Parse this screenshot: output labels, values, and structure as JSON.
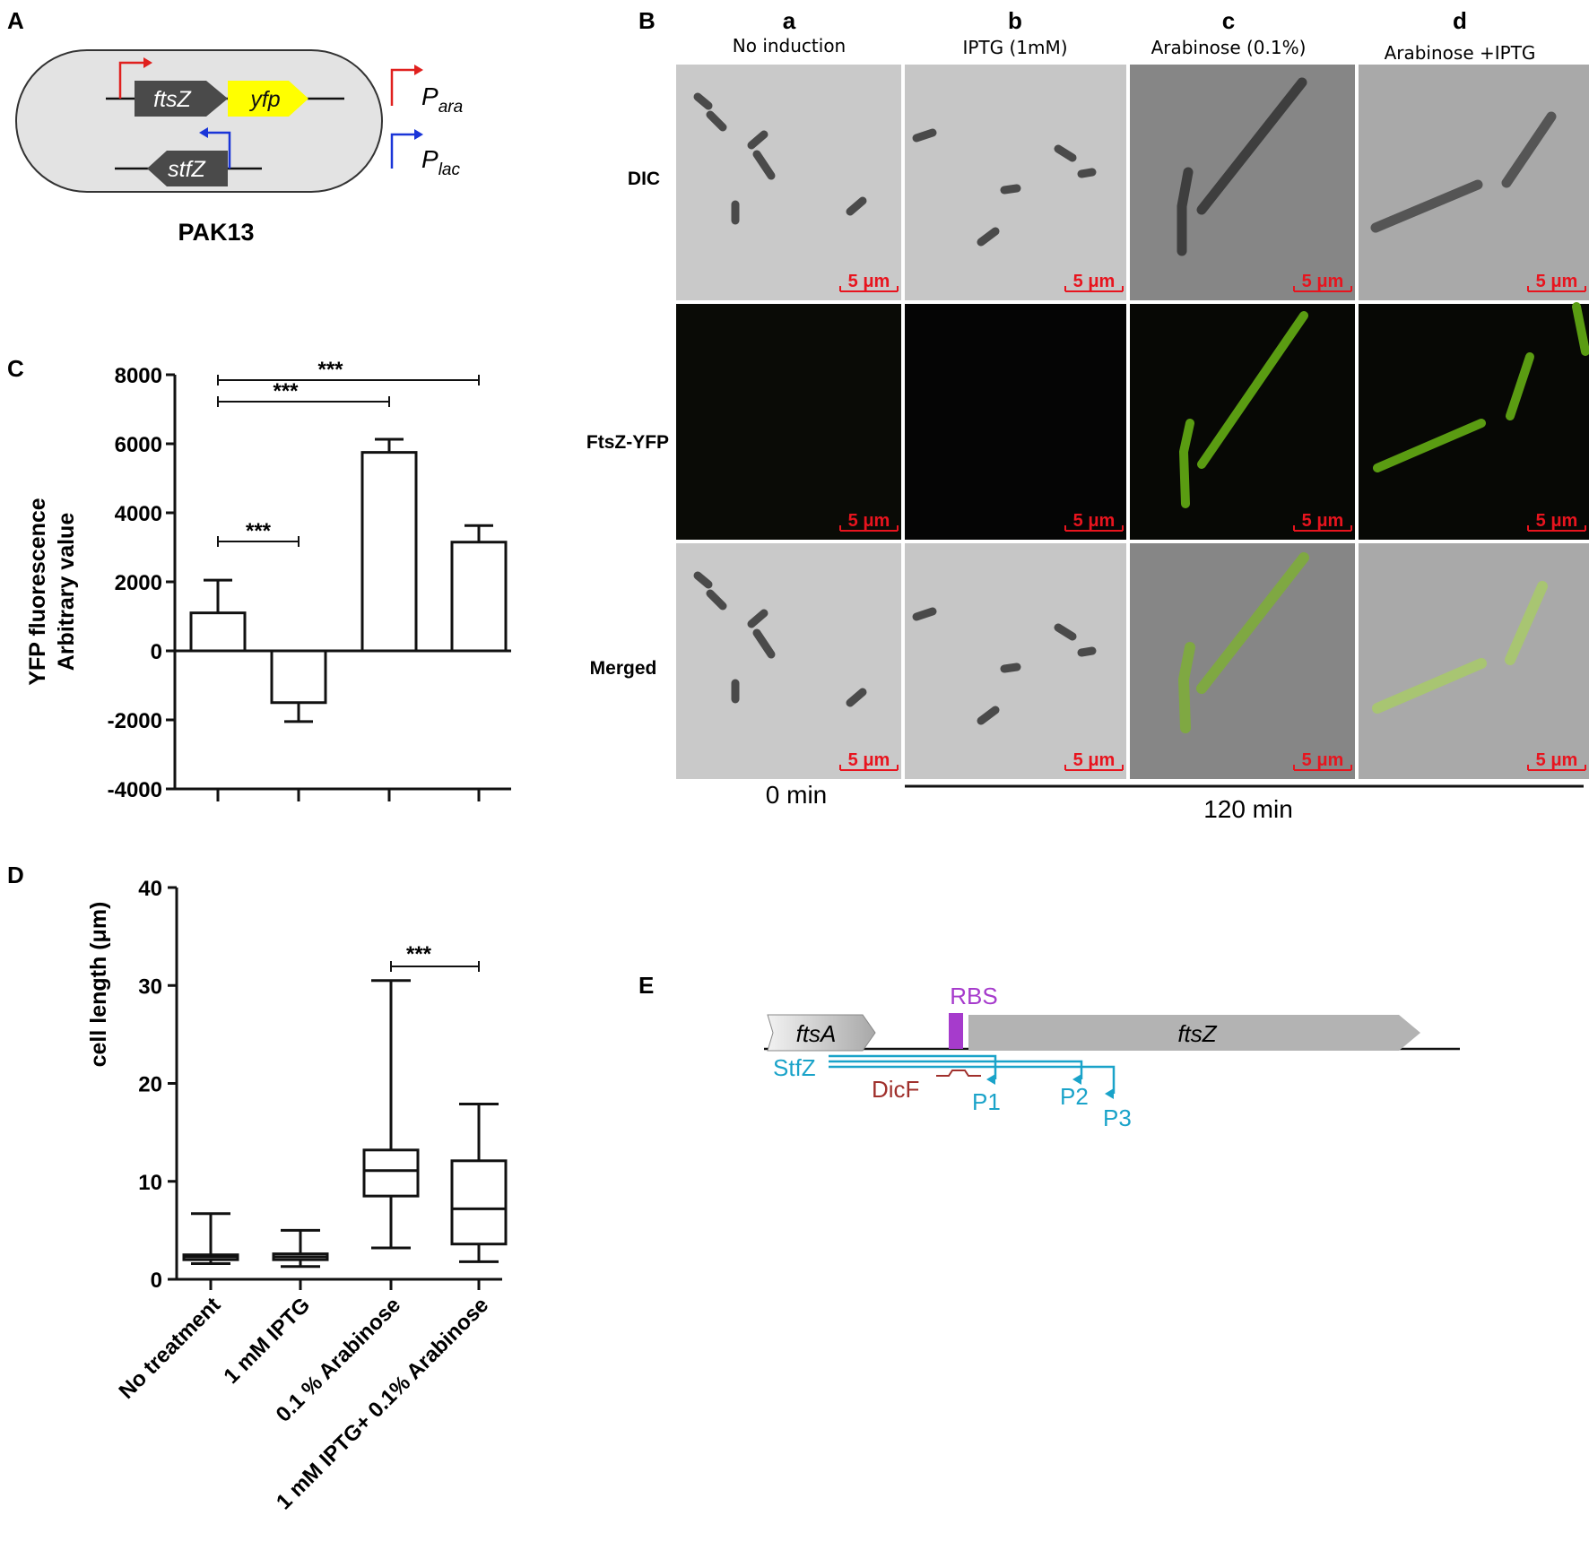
{
  "panels": {
    "A": {
      "letter": "A",
      "genes": [
        "ftsZ",
        "yfp",
        "stfZ"
      ],
      "promoter_ara": "P",
      "promoter_ara_sub": "ara",
      "promoter_lac": "P",
      "promoter_lac_sub": "lac",
      "strain": "PAK13",
      "colors": {
        "ara": "#e0201e",
        "lac": "#1a35d8",
        "yfp": "#ffff00",
        "gene": "#4a4a4a",
        "cell": "#e3e3e3"
      }
    },
    "B": {
      "letter": "B",
      "columns": [
        {
          "letter": "a",
          "label": "No induction"
        },
        {
          "letter": "b",
          "label": "IPTG (1mM)"
        },
        {
          "letter": "c",
          "label": "Arabinose (0.1%)"
        },
        {
          "letter": "d",
          "label": "Arabinose +IPTG"
        }
      ],
      "rows": [
        "DIC",
        "FtsZ-YFP",
        "Merged"
      ],
      "scale_bar": "5 μm",
      "time_left": "0 min",
      "time_right": "120 min"
    },
    "C": {
      "letter": "C"
    },
    "D": {
      "letter": "D"
    },
    "E": {
      "letter": "E",
      "gene_left": "ftsA",
      "gene_right": "ftsZ",
      "rbs": "RBS",
      "srna": "StfZ",
      "dicf": "DicF",
      "promoters": [
        "P1",
        "P2",
        "P3"
      ],
      "colors": {
        "stfz": "#1aa3c9",
        "rbs": "#a63bcc",
        "dicf": "#a0302c"
      }
    }
  },
  "chart_data": [
    {
      "type": "bar",
      "panel": "C",
      "ylabel": [
        "YFP fluorescence",
        "Arbitrary value"
      ],
      "ylim": [
        -4000,
        8000
      ],
      "yticks": [
        "8000",
        "6000",
        "4000",
        "2000",
        "0",
        "-2000",
        "-4000"
      ],
      "values": [
        1100,
        -1500,
        5750,
        3150
      ],
      "errors": [
        950,
        550,
        380,
        480
      ],
      "significance": [
        {
          "from": 0,
          "to": 1,
          "label": "***"
        },
        {
          "from": 0,
          "to": 2,
          "label": "***"
        },
        {
          "from": 0,
          "to": 3,
          "label": "***"
        }
      ]
    },
    {
      "type": "box",
      "panel": "D",
      "ylabel": "cell length (μm)",
      "ylim": [
        0,
        40
      ],
      "yticks": [
        "40",
        "30",
        "20",
        "10",
        "0"
      ],
      "categories": [
        "No treatment",
        "1 mM IPTG",
        "0.1 % Arabinose",
        "1 mM IPTG+ 0.1% Arabinose"
      ],
      "boxes": [
        {
          "min": 1.6,
          "q1": 2.0,
          "median": 2.3,
          "q3": 2.5,
          "max": 6.7
        },
        {
          "min": 1.3,
          "q1": 2.0,
          "median": 2.3,
          "q3": 2.6,
          "max": 5.0
        },
        {
          "min": 3.2,
          "q1": 8.5,
          "median": 11.1,
          "q3": 13.2,
          "max": 30.5
        },
        {
          "min": 1.8,
          "q1": 3.6,
          "median": 7.2,
          "q3": 12.1,
          "max": 17.9
        }
      ],
      "significance": [
        {
          "from": 2,
          "to": 3,
          "label": "***"
        }
      ]
    }
  ]
}
